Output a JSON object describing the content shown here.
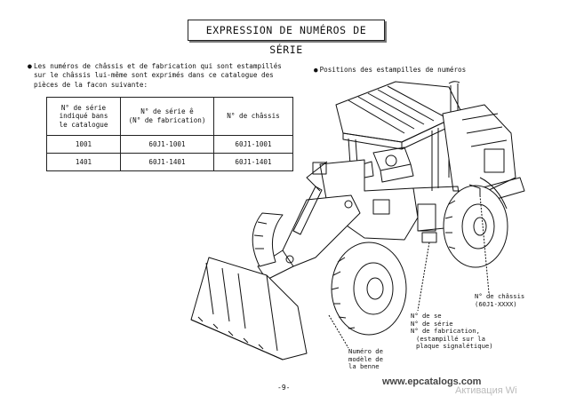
{
  "title": "EXPRESSION DE NUMÉROS DE SÉRIE",
  "intro": {
    "bullet": "●",
    "lines": [
      "Les numéros de châssis et de fabrication qui sont estampillés",
      "sur le châssis lui-même sont exprimés dans ce catalogue des",
      "pièces de la facon suivante:"
    ]
  },
  "right_heading": {
    "bullet": "●",
    "text": "Positions des estampilles de numéros"
  },
  "table": {
    "headers": [
      [
        "N° de série",
        "indiqué bans",
        "le catalogue"
      ],
      [
        "N° de série ê",
        "(N° de fabrication)"
      ],
      [
        "N° de châssis"
      ]
    ],
    "rows": [
      [
        "1001",
        "60J1-1001",
        "60J1-1001"
      ],
      [
        "1401",
        "60J1-1401",
        "60J1-1401"
      ]
    ]
  },
  "callouts": {
    "chassis": [
      "N° de châssis",
      "(60J1-XXXX)"
    ],
    "serie": [
      "N° de se",
      "N° de série",
      "N° de fabrication,",
      "(estampillé sur la",
      "plaque signalétique)"
    ],
    "benne": [
      "Numéro de",
      "modèle de",
      "la benne"
    ]
  },
  "page_number": "-9-",
  "watermark": "www.epcatalogs.com",
  "watermark_overlay": "Активация Wi"
}
